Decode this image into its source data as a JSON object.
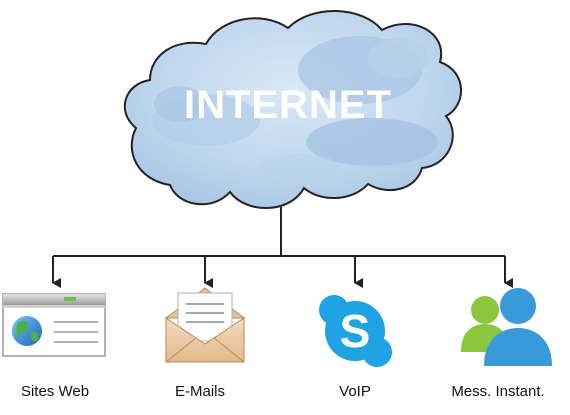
{
  "cloud": {
    "title": "INTERNET"
  },
  "services": [
    {
      "label": "Sites Web",
      "icon": "web-browser-icon"
    },
    {
      "label": "E-Mails",
      "icon": "envelope-letter-icon"
    },
    {
      "label": "VoIP",
      "icon": "skype-icon"
    },
    {
      "label": "Mess. Instant.",
      "icon": "users-icon"
    }
  ],
  "colors": {
    "cloud_fill": "#c3d9ee",
    "cloud_outline": "#222222",
    "connector": "#222222",
    "skype_blue": "#1ea3e3",
    "user_green": "#8cc63f",
    "user_blue": "#3a9ad9"
  }
}
